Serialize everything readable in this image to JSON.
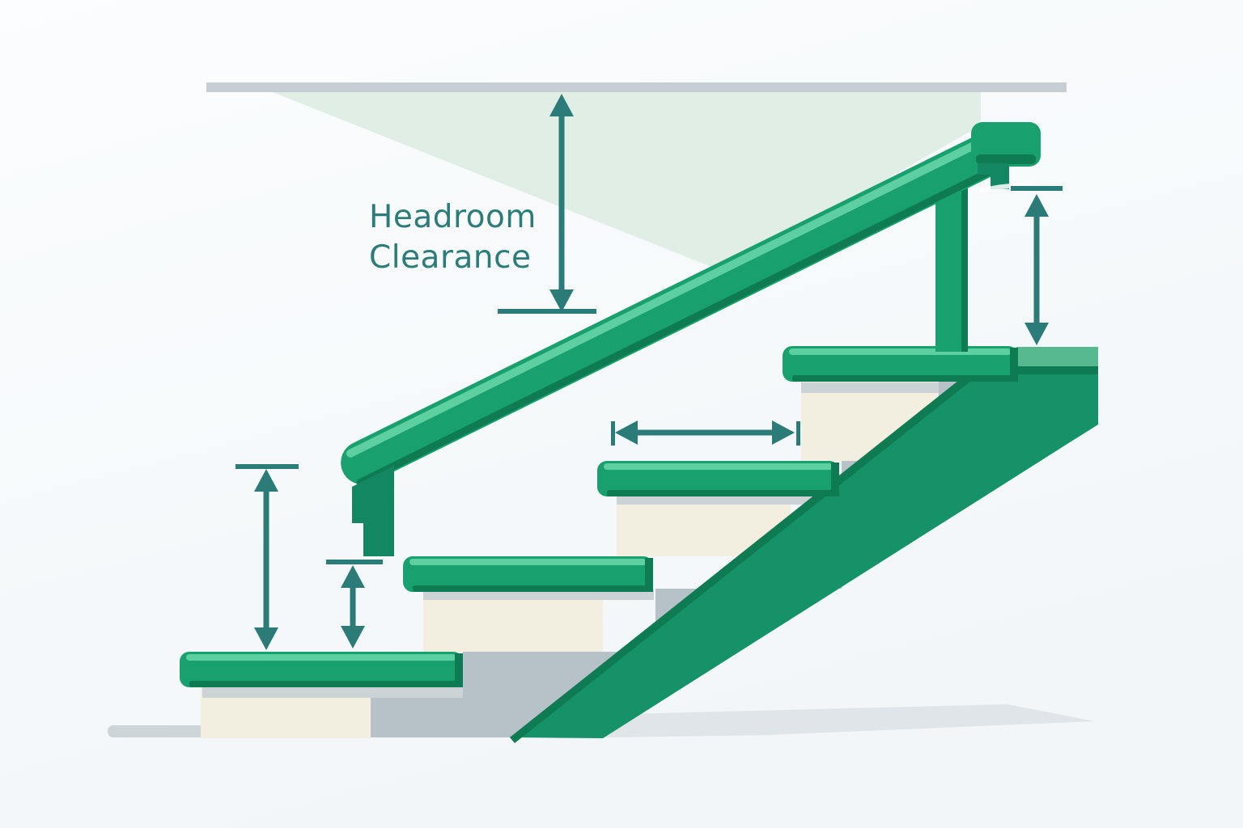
{
  "title": "Staircase headroom clearance diagram",
  "diagram": {
    "labels": {
      "headroom_line1": "Headroom",
      "headroom_line2": "Clearance"
    },
    "annotations": [
      "headroom-clearance-arrow",
      "handrail-height-arrow",
      "total-rise-arrow",
      "riser-height-arrow",
      "tread-depth-arrow"
    ],
    "colors": {
      "background": "#F6F9FA",
      "ceiling": "#C5CED3",
      "clearance_zone": "#E0EEE6",
      "green_main": "#18A06E",
      "green_light": "#5ECFA0",
      "green_dark": "#0E7B53",
      "green_bracket": "#128761",
      "stringer": "#159268",
      "landing_top": "#55B88F",
      "riser": "#F3EFE0",
      "shadow": "#B6C1C8",
      "shadow_light": "#CBD3D7",
      "floor_line": "#CDD5D9",
      "floor_shadow": "#DFE5E8",
      "measure": "#2B7C78",
      "label_text": "#2C7D79",
      "white_swoosh": "#FFFFFF"
    }
  }
}
